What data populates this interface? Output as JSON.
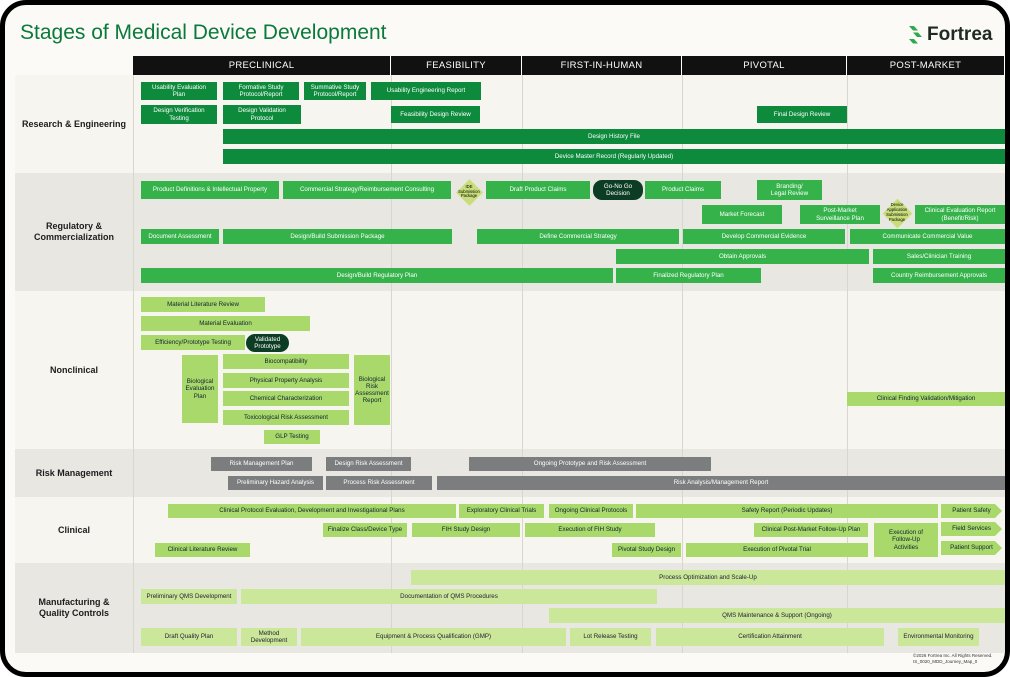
{
  "title": "Stages of Medical Device Development",
  "logo": {
    "icon": "fortrea-logo-icon",
    "text": "Fortrea",
    "color": "#2fa84f"
  },
  "copyright": "©2026 Fortrea Inc. All Rights Reserved.\nIS_0020_MDD_Journey_Map_0",
  "colors": {
    "dark": "#0d8a3c",
    "medium": "#35b24a",
    "light": "#a8d96a",
    "pale": "#cbe79a",
    "gray": "#7b7d7e",
    "pill": "#0c3d24"
  },
  "phases": [
    "PRECLINICAL",
    "FEASIBILITY",
    "FIRST-IN-HUMAN",
    "PIVOTAL",
    "POST-MARKET"
  ],
  "rows": [
    "Research & Engineering",
    "Regulatory &\nCommercialization",
    "Nonclinical",
    "Risk Management",
    "Clinical",
    "Manufacturing &\nQuality Controls"
  ],
  "items": {
    "re_usability_eval": "Usability Evaluation\nPlan",
    "re_formative": "Formative Study\nProtocol/Report",
    "re_summative": "Summative Study\nProtocol/Report",
    "re_usability_report": "Usability Engineering Report",
    "re_design_verif": "Design Verification\nTesting",
    "re_design_valid": "Design Validation\nProtocol",
    "re_feasibility_review": "Feasibility Design Review",
    "re_final_review": "Final Design Review",
    "re_dhf": "Design History File",
    "re_dmr": "Device Master Record (Regularly Updated)",
    "rc_product_def": "Product Definitions & Intellectual Property",
    "rc_commercial": "Commercial Strategy/Reimbursement Consulting",
    "rc_ide": "IDE\nSubmission\nPackage",
    "rc_draft_claims": "Draft Product Claims",
    "rc_gonogo": "Go-No Go\nDecision",
    "rc_product_claims": "Product Claims",
    "rc_branding": "Branding/\nLegal Review",
    "rc_market_forecast": "Market Forecast",
    "rc_pm_surveillance": "Post-Market\nSurveillance Plan",
    "rc_device_app": "Device\nApplication\nSubmission\nPackage",
    "rc_cer": "Clinical Evaluation Report\n(Benefit/Risk)",
    "rc_doc_assessment": "Document Assessment",
    "rc_design_submission": "Design/Build Submission Package",
    "rc_define_commercial": "Define Commercial Strategy",
    "rc_develop_evidence": "Develop Commercial Evidence",
    "rc_communicate_value": "Communicate Commercial Value",
    "rc_obtain_approvals": "Obtain Approvals",
    "rc_sales_training": "Sales/Clinician Training",
    "rc_design_reg_plan": "Design/Build Regulatory Plan",
    "rc_finalized_reg": "Finalized Regulatory Plan",
    "rc_country_reimb": "Country Reimbursement Approvals",
    "nc_material_lit": "Material Literature Review",
    "nc_material_eval": "Material Evaluation",
    "nc_efficiency": "Efficiency/Prototype Testing",
    "nc_validated": "Validated\nPrototype",
    "nc_bio_eval": "Biological\nEvaluation\nPlan",
    "nc_biocompat": "Biocompatibility",
    "nc_physical": "Physical Property Analysis",
    "nc_chemical": "Chemical Characterization",
    "nc_toxicological": "Toxicological Risk Assessment",
    "nc_bio_risk": "Biological\nRisk\nAssessment\nReport",
    "nc_glp": "GLP Testing",
    "nc_clinical_finding": "Clinical Finding Validation/Mitigation",
    "rm_plan": "Risk Management Plan",
    "rm_design_risk": "Design Risk Assessment",
    "rm_ongoing": "Ongoing Prototype and Risk Assessment",
    "rm_prelim_hazard": "Preliminary Hazard Analysis",
    "rm_process_risk": "Process Risk Assessment",
    "rm_analysis_report": "Risk Analysis/Management Report",
    "cl_protocol_eval": "Clinical Protocol Evaluation, Development and Investigational Plans",
    "cl_exploratory": "Exploratory Clinical Trials",
    "cl_ongoing_protocols": "Ongoing Clinical Protocols",
    "cl_safety_report": "Safety Report (Periodic Updates)",
    "cl_patient_safety": "Patient Safety",
    "cl_finalize_class": "Finalize Class/Device Type",
    "cl_fih_design": "FIH Study Design",
    "cl_fih_exec": "Execution of FIH Study",
    "cl_post_market": "Clinical Post-Market Follow-Up Plan",
    "cl_exec_followup": "Execution of\nFollow-Up\nActivities",
    "cl_field_services": "Field Services",
    "cl_lit_review": "Clinical Literature Review",
    "cl_pivotal_design": "Pivotal Study Design",
    "cl_pivotal_exec": "Execution of Pivotal Trial",
    "cl_patient_support": "Patient Support",
    "mq_process_opt": "Process Optimization and Scale-Up",
    "mq_prelim_qms": "Preliminary QMS Development",
    "mq_doc_qms": "Documentation of QMS Procedures",
    "mq_qms_maint": "QMS Maintenance & Support (Ongoing)",
    "mq_draft_quality": "Draft Quality Plan",
    "mq_method_dev": "Method\nDevelopment",
    "mq_equipment": "Equipment & Process Qualification (GMP)",
    "mq_lot_release": "Lot Release Testing",
    "mq_certification": "Certification Attainment",
    "mq_environmental": "Environmental Monitoring"
  }
}
